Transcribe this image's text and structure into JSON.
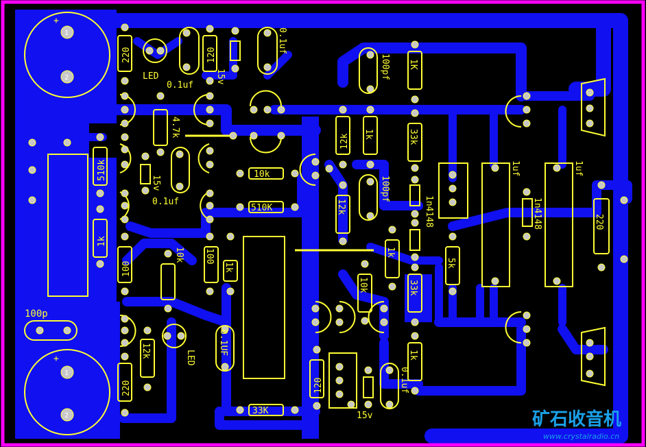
{
  "colors": {
    "background": "#000000",
    "border": "#ff00ff",
    "copper": "#1010f0",
    "silkscreen": "#ffff33",
    "pad": "#c8c8c8",
    "watermark": "#1aa0e8"
  },
  "labels": {
    "r220_top": "220",
    "led_top": "LED",
    "r120_top": "120",
    "z15v_top": "15v",
    "c01uf_top": "0.1uf",
    "c01uf_mid": "0.1uf",
    "r47k": "4.7k",
    "z15v_mid": "15v",
    "c01uf_left": "0.1uf",
    "r510k_left": "510k",
    "r1k_left": "1k",
    "r100_left": "100",
    "r10k_left": "10k",
    "r100_mid": "100",
    "r1k_mid": "1k",
    "r10k_h": "10k",
    "r510k_h": "510K",
    "c100pf_top": "100pf",
    "r12k_a": "12k",
    "r1k_b": "1k",
    "c100pf_mid": "100pf",
    "r12k_b": "12k",
    "r1k_c": "1k",
    "r10k_c": "10k",
    "r1k_top": "1K",
    "r33k_a": "33k",
    "d1n4148_a": "1n4148",
    "r33k_b": "33k",
    "r5k": "5k",
    "r1k_bot": "1k",
    "c1uf_a": "1uf",
    "c1uf_b": "1uf",
    "d1n4148_b": "1n4148",
    "r220_right": "220",
    "c100p": "100p",
    "r12k_low": "12k",
    "led_low": "LED",
    "c01uf_low": "0.1UF",
    "r220_low": "220",
    "r120_low": "120",
    "z15v_low": "15v",
    "c01uf_right": "0.1uf",
    "r33k_bottom": "33K",
    "cap_pin1": "1",
    "cap_pin2": "2",
    "cap_plus": "+"
  },
  "watermark": {
    "cn": "矿石收音机",
    "url": "www.crystalradio.cn"
  }
}
